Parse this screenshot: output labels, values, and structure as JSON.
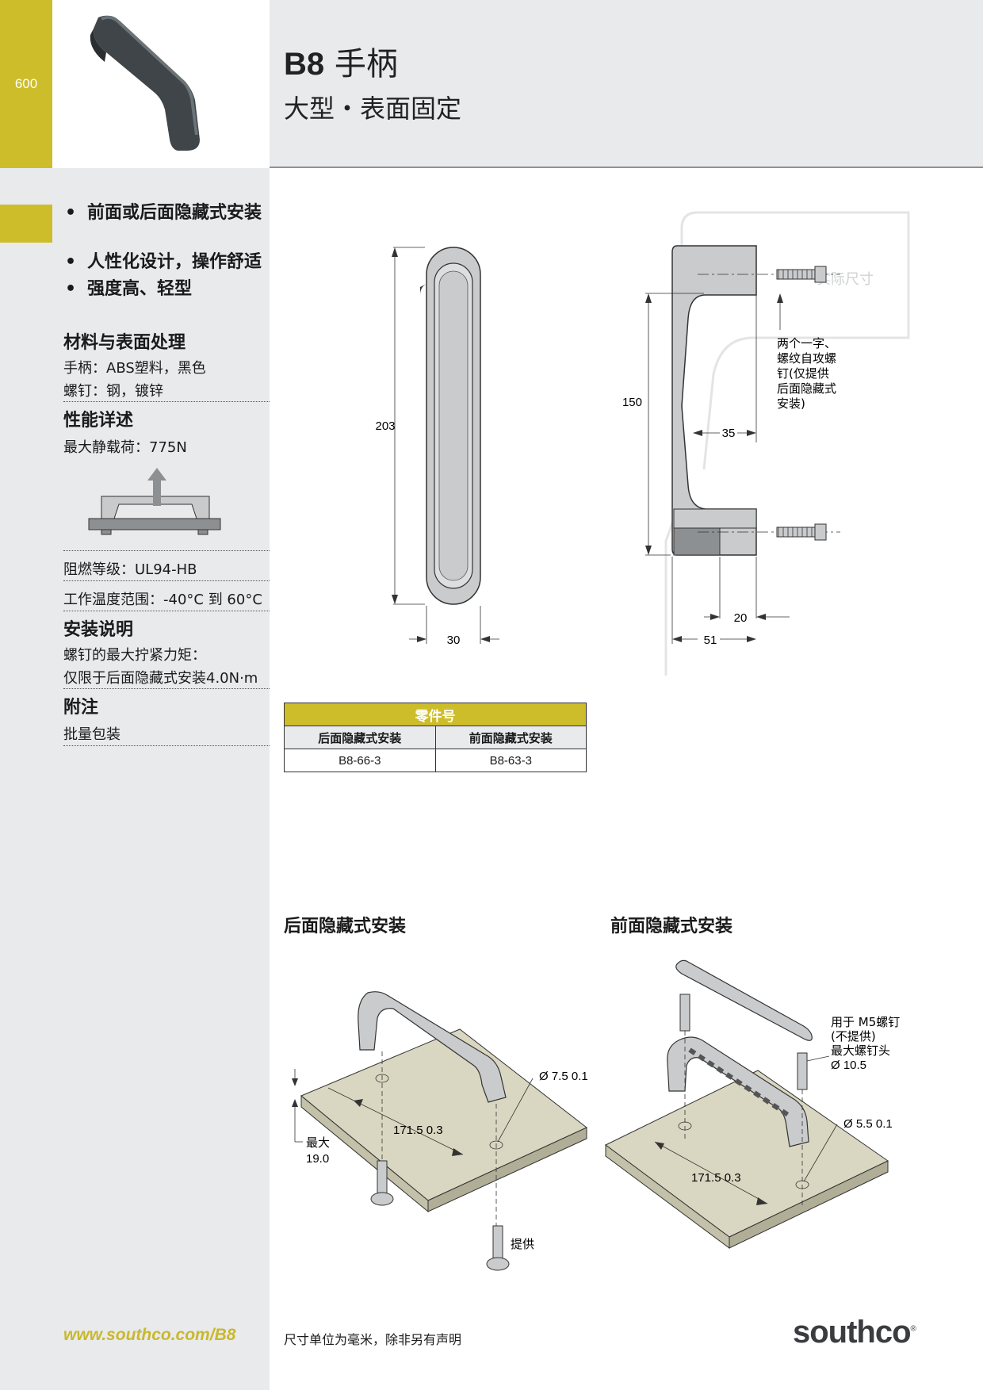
{
  "header": {
    "page_number": "600",
    "title_code": "B8",
    "title_text": "手柄",
    "subtitle": "大型・表面固定"
  },
  "features": [
    "前面或后面隐藏式安装",
    "人性化设计，操作舒适",
    "强度高、轻型"
  ],
  "material": {
    "heading": "材料与表面处理",
    "handle": "手柄：ABS塑料，黑色",
    "screw": "螺钉：钢，镀锌"
  },
  "performance": {
    "heading": "性能详述",
    "max_static_load": "最大静载荷：775N",
    "flammability": "阻燃等级：UL94-HB",
    "temperature": "工作温度范围：-40°C 到 60°C"
  },
  "installation": {
    "heading": "安装说明",
    "line1": "螺钉的最大拧紧力矩：",
    "line2": "仅限于后面隐藏式安装4.0N·m"
  },
  "notes": {
    "heading": "附注",
    "text": "批量包装"
  },
  "drawing": {
    "front_length": "203",
    "front_width": "30",
    "side_span": "150",
    "side_depth": "35",
    "side_height": "51",
    "side_foot": "20",
    "screw_note": [
      "两个一字、",
      "螺纹自攻螺",
      "钉(仅提供",
      "后面隐藏式",
      "安装)"
    ],
    "watermark": "实际尺寸"
  },
  "parts_table": {
    "title": "零件号",
    "columns": [
      "后面隐藏式安装",
      "前面隐藏式安装"
    ],
    "rows": [
      [
        "B8-66-3",
        "B8-63-3"
      ]
    ]
  },
  "rear_install": {
    "heading": "后面隐藏式安装",
    "hole_dia": "Ø 7.5   0.1",
    "spacing": "171.5   0.3",
    "max_label": "最大",
    "max_value": "19.0",
    "supplied": "提供"
  },
  "front_install": {
    "heading": "前面隐藏式安装",
    "screw_note": [
      "用于 M5螺钉",
      "(不提供)",
      "最大螺钉头",
      "Ø 10.5"
    ],
    "hole_dia": "Ø 5.5   0.1",
    "spacing": "171.5   0.3"
  },
  "footer": {
    "url": "www.southco.com/B8",
    "note": "尺寸单位为毫米，除非另有声明",
    "logo": "southco",
    "logo_mark": "®"
  }
}
